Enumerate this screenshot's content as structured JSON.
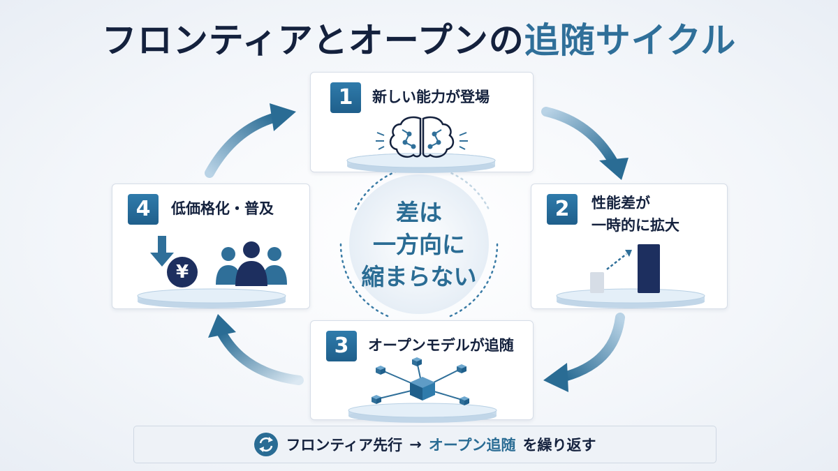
{
  "title": {
    "part1": "フロンティアとオープンの",
    "part2": "追随サイクル"
  },
  "steps": [
    {
      "number": "1",
      "label": "新しい能力が登場"
    },
    {
      "number": "2",
      "label_line1": "性能差が",
      "label_line2": "一時的に拡大"
    },
    {
      "number": "3",
      "label": "オープンモデルが追随"
    },
    {
      "number": "4",
      "label": "低価格化・普及"
    }
  ],
  "center": {
    "line1": "差は",
    "line2": "一方向に",
    "line3": "縮まらない"
  },
  "yen_symbol": "¥",
  "footer": {
    "part1": "フロンティア先行",
    "arrow": "→",
    "part2": "オープン追随",
    "part3": "を繰り返す"
  },
  "colors": {
    "primary_dark": "#14213d",
    "accent_blue": "#2f6f99",
    "arrow_blue": "#2a6c94",
    "platform": "#dbe9f5"
  },
  "icons": [
    "brain-icon",
    "growth-bars-icon",
    "network-cubes-icon",
    "yen-price-down-icon",
    "people-group-icon",
    "refresh-icon"
  ]
}
